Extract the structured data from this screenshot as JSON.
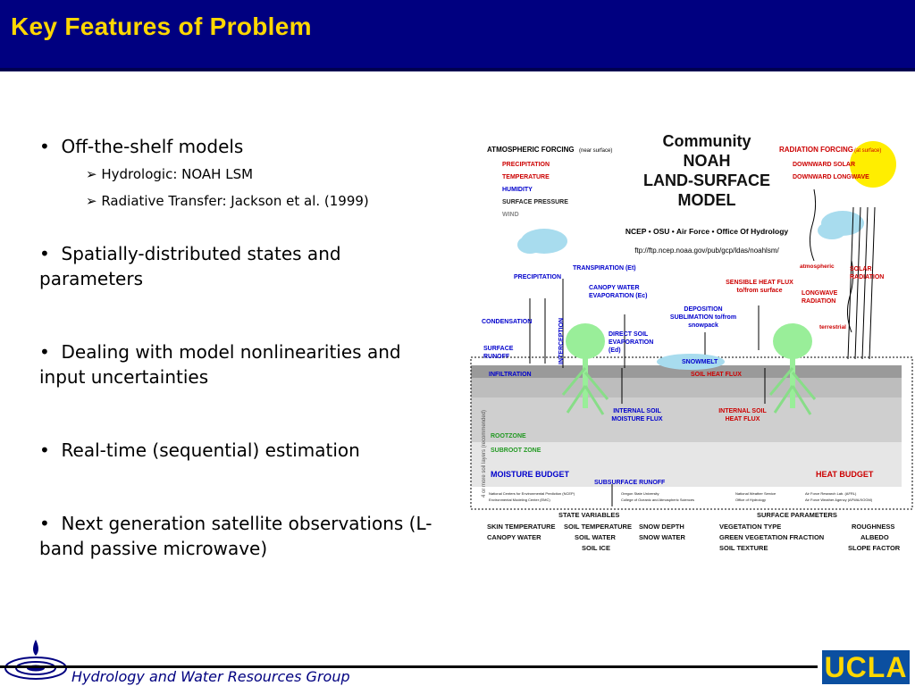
{
  "slide": {
    "title": "Key Features of Problem",
    "bullets": [
      {
        "text": "Off-the-shelf models",
        "sub": [
          "Hydrologic: NOAH LSM",
          "Radiative Transfer: Jackson et al. (1999)"
        ]
      },
      {
        "text": "Spatially-distributed states and parameters"
      },
      {
        "text": "Dealing with model nonlinearities and input uncertainties"
      },
      {
        "text": "Real-time (sequential) estimation"
      },
      {
        "text": "Next generation satellite observations (L-band  passive microwave)"
      }
    ],
    "footer": "Hydrology and Water Resources Group",
    "ucla": "UCLA"
  },
  "diagram": {
    "model_title": [
      "Community",
      "NOAH",
      "LAND-SURFACE",
      "MODEL"
    ],
    "agencies": "NCEP • OSU • Air Force • Office Of Hydrology",
    "ftp": "ftp://ftp.ncep.noaa.gov/pub/gcp/ldas/noahlsm/",
    "atm_forcing": "ATMOSPHERIC FORCING",
    "atm_forcing_note": "(near surface)",
    "atm_items": [
      "PRECIPITATION",
      "TEMPERATURE",
      "HUMIDITY",
      "SURFACE PRESSURE",
      "WIND"
    ],
    "rad_forcing": "RADIATION FORCING",
    "rad_forcing_note": "(at surface)",
    "rad_items": [
      "DOWNWARD SOLAR",
      "DOWNWARD LONGWAVE"
    ],
    "labels": {
      "precipitation": "PRECIPITATION",
      "transpiration": "TRANSPIRATION (Et)",
      "canopy": "CANOPY WATER EVAPORATION (Ec)",
      "deposition": "DEPOSITION SUBLIMATION to/from snowpack",
      "sensible": "SENSIBLE HEAT FLUX to/from surface",
      "atmospheric": "atmospheric",
      "solar_rad": "SOLAR RADIATION",
      "longwave": "LONGWAVE RADIATION",
      "terrestrial": "terrestrial",
      "condensation": "CONDENSATION",
      "interception": "INTERCEPTION",
      "direct_soil": "DIRECT SOIL EVAPORATION (Ed)",
      "surface_runoff": "SURFACE RUNOFF",
      "snowmelt": "SNOWMELT",
      "infiltration": "INFILTRATION",
      "soil_heat": "SOIL HEAT FLUX",
      "internal_moisture": "INTERNAL SOIL MOISTURE FLUX",
      "internal_heat": "INTERNAL SOIL HEAT FLUX",
      "rootzone": "ROOTZONE",
      "subroot": "SUBROOT ZONE",
      "moisture_budget": "MOISTURE BUDGET",
      "heat_budget": "HEAT BUDGET",
      "subsurface_runoff": "SUBSURFACE RUNOFF",
      "soil_layers": "4 or more soil layers (recommended)"
    },
    "credits": [
      "National Centers for Environmental Prediction (NCEP)",
      "Environmental Modeling Center (EMC)",
      "Oregon State University",
      "College of Oceanic and Atmospheric Sciences",
      "National Weather Service",
      "Office of Hydrology",
      "Air Force Research Lab. (AFRL)",
      "Air Force Weather Agency (AFWA/XOGM)"
    ],
    "state_vars_title": "STATE VARIABLES",
    "state_vars": [
      "SKIN TEMPERATURE",
      "SOIL TEMPERATURE",
      "SNOW DEPTH",
      "CANOPY WATER",
      "SOIL WATER",
      "SNOW WATER",
      "SOIL ICE"
    ],
    "surface_params_title": "SURFACE PARAMETERS",
    "surface_params": [
      "VEGETATION TYPE",
      "ROUGHNESS",
      "GREEN VEGETATION FRACTION",
      "ALBEDO",
      "SOIL TEXTURE",
      "SLOPE FACTOR"
    ]
  }
}
